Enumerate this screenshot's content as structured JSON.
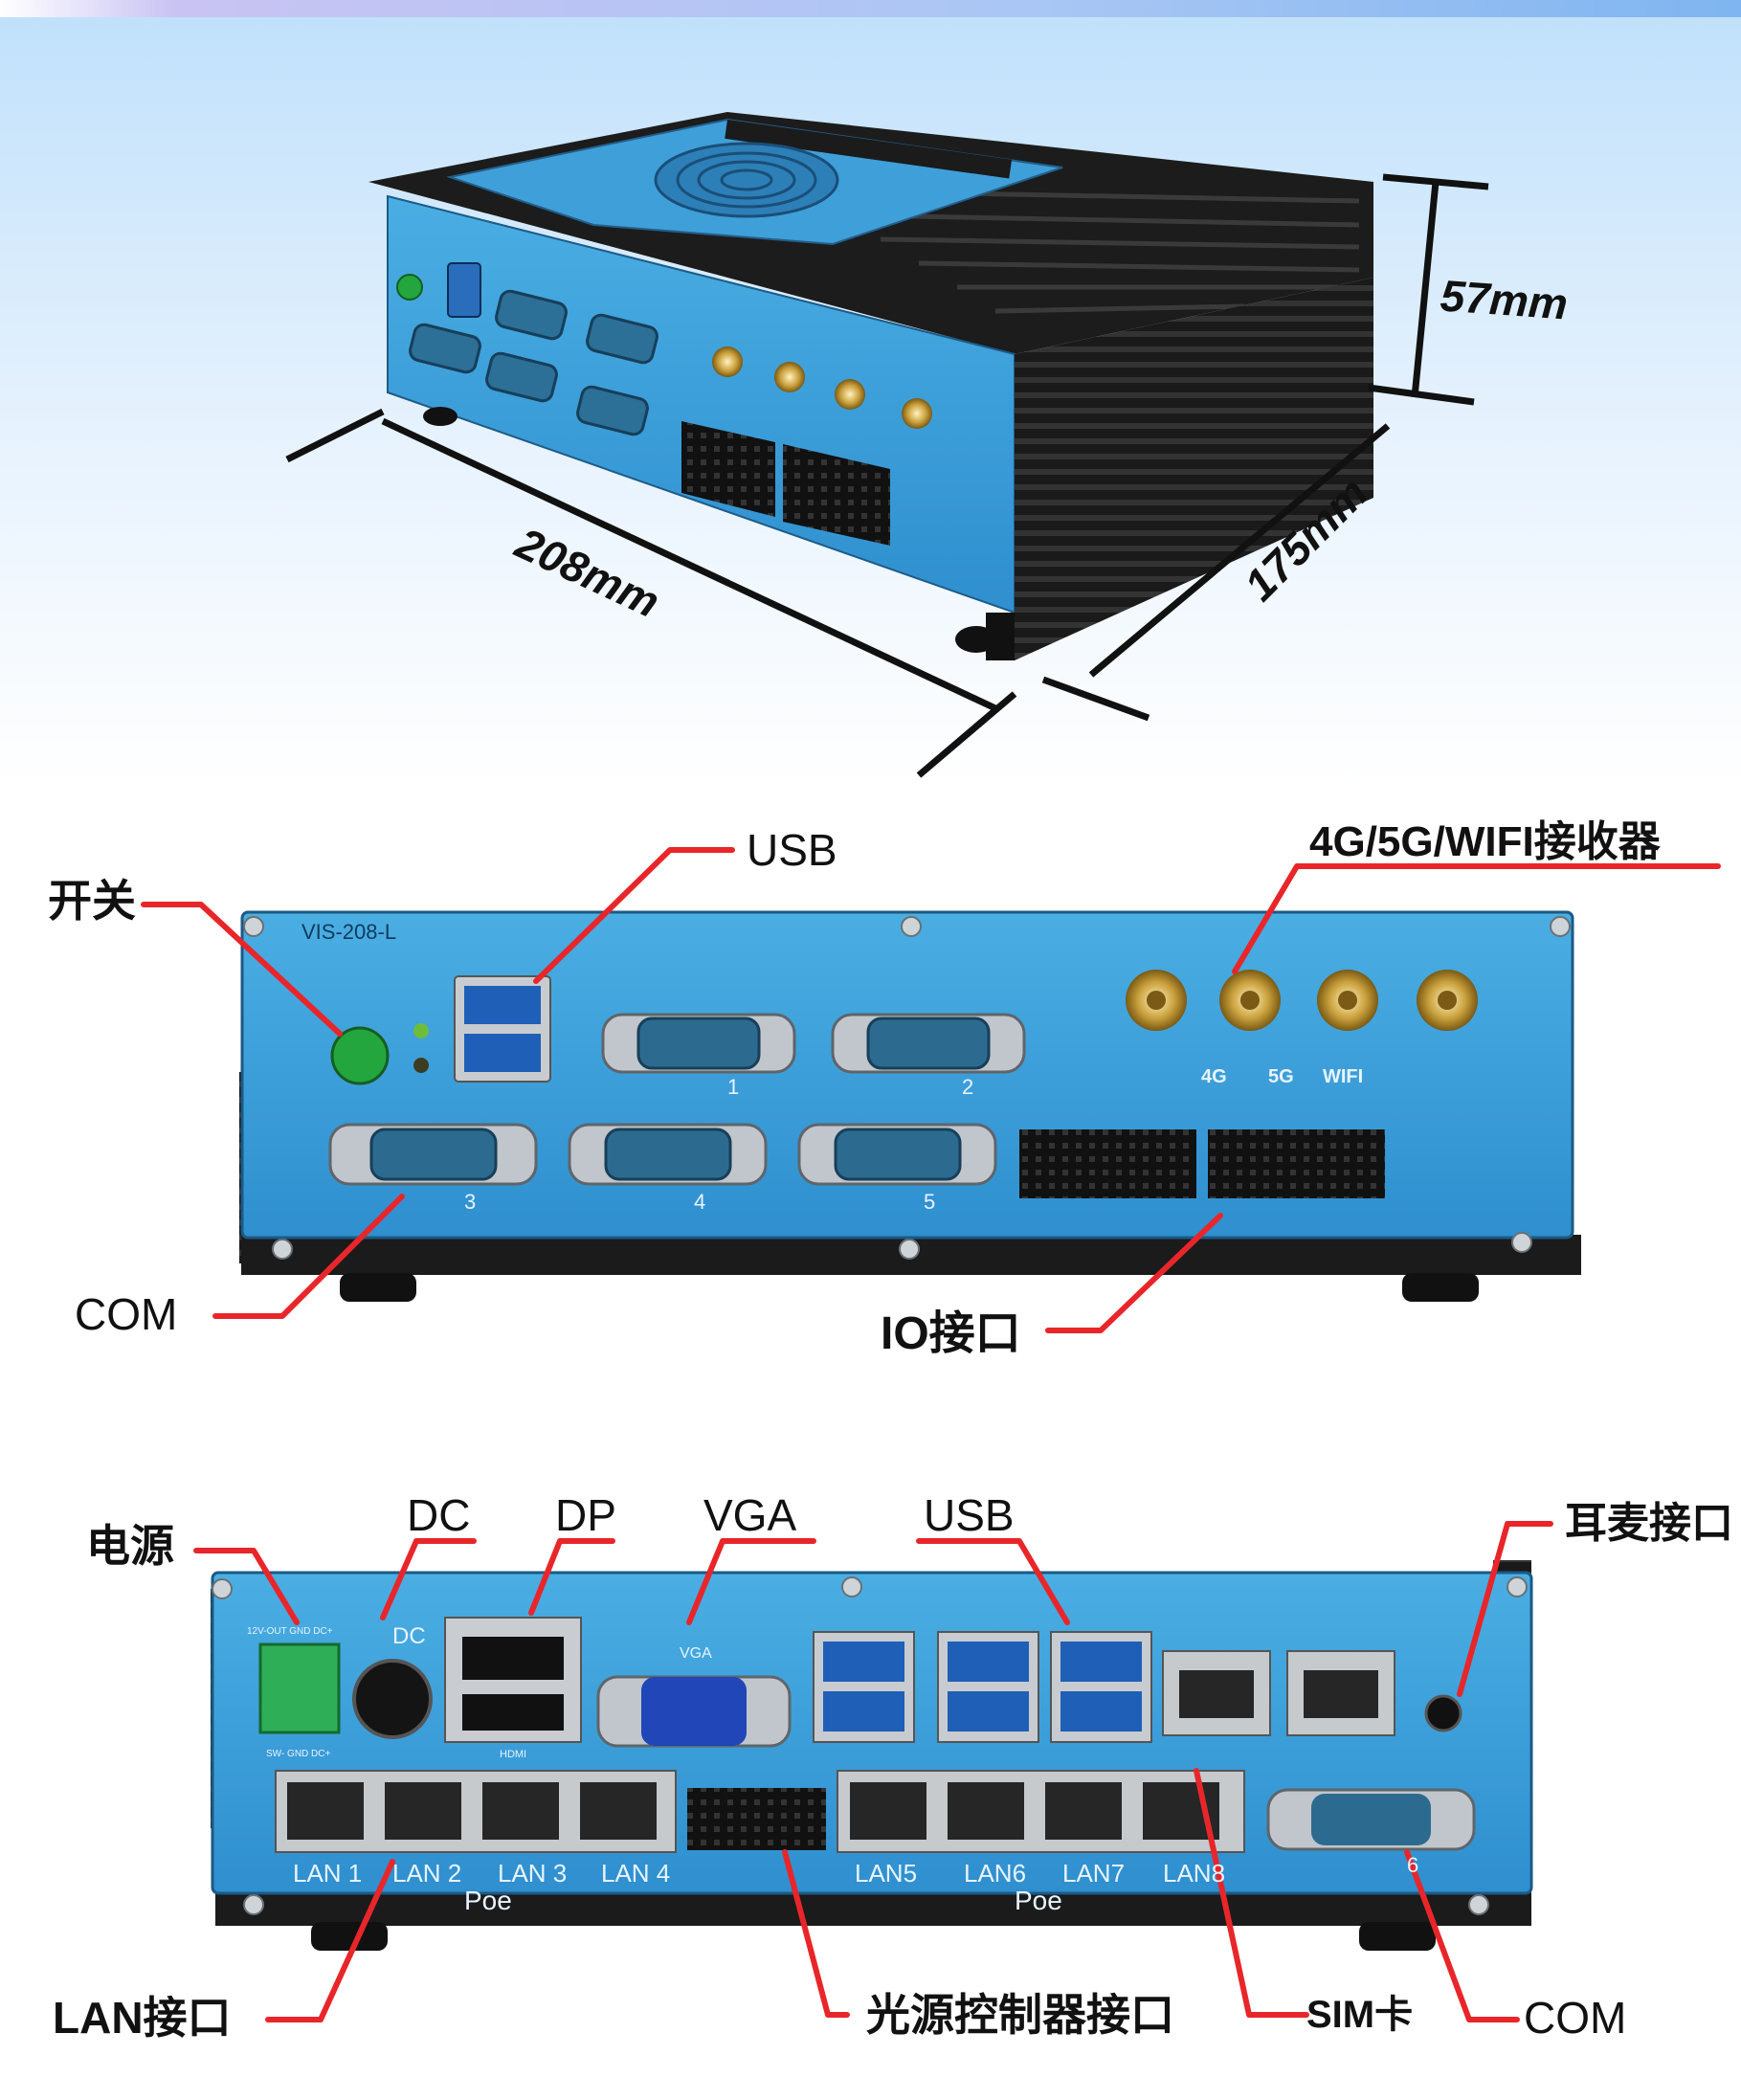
{
  "dimensions": {
    "height": "57mm",
    "width": "208mm",
    "depth": "175mm"
  },
  "model": "VIS-208-L",
  "front_panel": {
    "labels": {
      "switch": "开关",
      "usb": "USB",
      "antenna": "4G/5G/WIFI接收器",
      "com": "COM",
      "io": "IO接口"
    },
    "com_numbers": [
      "1",
      "2",
      "3",
      "4",
      "5"
    ],
    "antenna_marks": [
      "4G",
      "5G",
      "WIFI"
    ]
  },
  "rear_panel": {
    "labels": {
      "power": "电源",
      "dc": "DC",
      "dp": "DP",
      "vga": "VGA",
      "usb": "USB",
      "audio": "耳麦接口",
      "lan": "LAN接口",
      "light_ctrl": "光源控制器接口",
      "sim": "SIM卡",
      "com": "COM"
    },
    "silkscreen": {
      "dc": "DC",
      "vga": "VGA",
      "hdmi": "HDMI",
      "power_top": "12V-OUT GND DC+",
      "power_bottom": "SW- GND DC+",
      "poe": "Poe"
    },
    "lan_ports": [
      "LAN 1",
      "LAN 2",
      "LAN 3",
      "LAN 4",
      "LAN5",
      "LAN6",
      "LAN7",
      "LAN8"
    ],
    "com_number": "6"
  },
  "colors": {
    "panel": "#3f9fd8",
    "chassis": "#1b1b1b",
    "callout": "#e8262a",
    "switch": "#23a63e"
  }
}
